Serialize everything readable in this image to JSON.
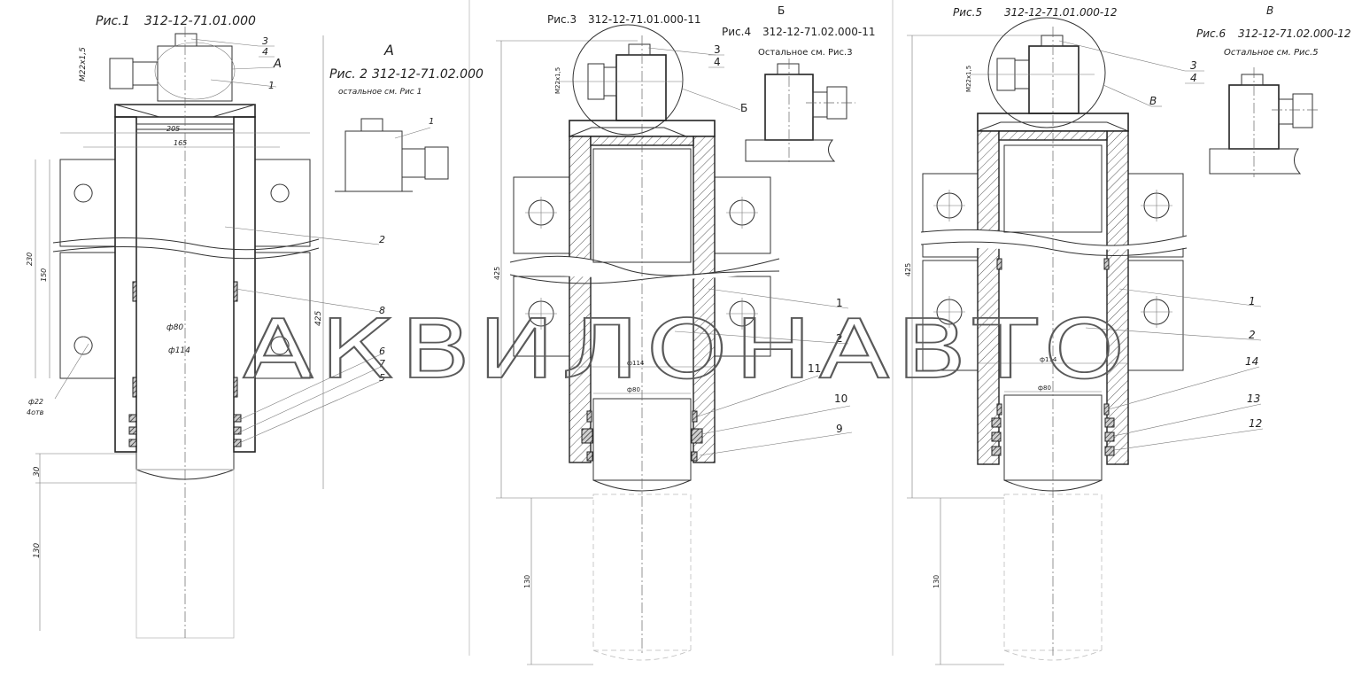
{
  "watermark": "АКВИЛОНАВТО",
  "fig1": {
    "title": "Рис.1",
    "code": "312-12-71.01.000",
    "thread": "М22х1,5",
    "view_mark": "А",
    "dims": {
      "w205": "205",
      "w165": "165",
      "h230": "230",
      "h150": "150",
      "d80": "ф80",
      "d114": "ф114",
      "h425": "425",
      "h30": "30",
      "h130": "130",
      "hole": "ф22",
      "hole_note": "4отв"
    },
    "callouts": [
      "3",
      "4",
      "А",
      "1",
      "2",
      "8",
      "6",
      "7",
      "5"
    ]
  },
  "fig2": {
    "title": "Рис. 2",
    "code": "312-12-71.02.000",
    "view_mark": "А",
    "note": "остальное см. Рис 1",
    "callouts": [
      "1"
    ]
  },
  "fig3": {
    "title": "Рис.3",
    "code": "312-12-71.01.000-11",
    "thread": "М22х1,5",
    "dims": {
      "h425": "425",
      "d114": "ф114",
      "d80": "ф80",
      "h130": "130"
    },
    "callouts": [
      "3",
      "4",
      "Б",
      "1",
      "2",
      "11",
      "10",
      "9"
    ]
  },
  "fig4": {
    "title": "Рис.4",
    "code": "312-12-71.02.000-11",
    "view_mark": "Б",
    "note": "Остальное см. Рис.3"
  },
  "fig5": {
    "title": "Рис.5",
    "code": "312-12-71.01.000-12",
    "thread": "М22х1,5",
    "dims": {
      "h425": "425",
      "d114": "ф114",
      "d80": "ф80",
      "h130": "130"
    },
    "callouts": [
      "3",
      "4",
      "В",
      "1",
      "2",
      "14",
      "13",
      "12"
    ]
  },
  "fig6": {
    "title": "Рис.6",
    "code": "312-12-71.02.000-12",
    "view_mark": "В",
    "note": "Остальное см. Рис.5"
  }
}
